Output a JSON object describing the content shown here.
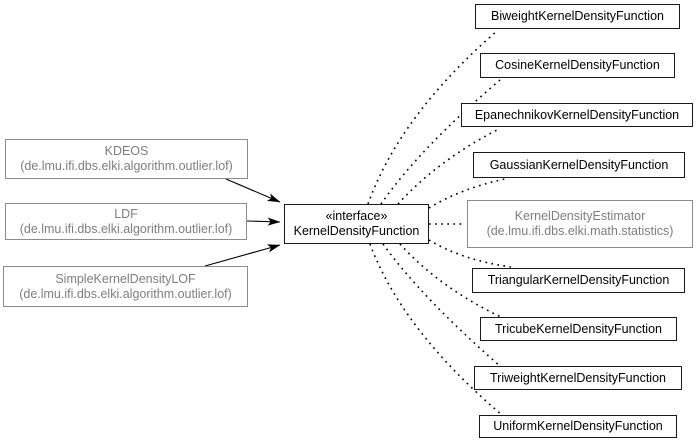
{
  "diagram": {
    "type": "uml-class-diagram",
    "background": "#ffffff",
    "colors": {
      "node_border": "#1a1a1a",
      "node_text": "#000000",
      "muted_border": "#8c8c8c",
      "muted_text": "#7e7e7e",
      "edge": "#000000"
    },
    "center_node": {
      "stereotype": "«interface»",
      "name": "KernelDensityFunction"
    },
    "left_nodes": [
      {
        "name": "KDEOS",
        "package": "(de.lmu.ifi.dbs.elki.algorithm.outlier.lof)"
      },
      {
        "name": "LDF",
        "package": "(de.lmu.ifi.dbs.elki.algorithm.outlier.lof)"
      },
      {
        "name": "SimpleKernelDensityLOF",
        "package": "(de.lmu.ifi.dbs.elki.algorithm.outlier.lof)"
      }
    ],
    "right_nodes": [
      {
        "name": "BiweightKernelDensityFunction"
      },
      {
        "name": "CosineKernelDensityFunction"
      },
      {
        "name": "EpanechnikovKernelDensityFunction"
      },
      {
        "name": "GaussianKernelDensityFunction"
      },
      {
        "name": "KernelDensityEstimator",
        "package": "(de.lmu.ifi.dbs.elki.math.statistics)"
      },
      {
        "name": "TriangularKernelDensityFunction"
      },
      {
        "name": "TricubeKernelDensityFunction"
      },
      {
        "name": "TriweightKernelDensityFunction"
      },
      {
        "name": "UniformKernelDensityFunction"
      }
    ],
    "edges": {
      "solid_arrows": [
        {
          "from": "KDEOS",
          "to": "KernelDensityFunction",
          "style": "solid-filled-arrow"
        },
        {
          "from": "LDF",
          "to": "KernelDensityFunction",
          "style": "solid-filled-arrow"
        },
        {
          "from": "SimpleKernelDensityLOF",
          "to": "KernelDensityFunction",
          "style": "solid-filled-arrow"
        }
      ],
      "dotted_links": [
        {
          "from": "KernelDensityFunction",
          "to": "BiweightKernelDensityFunction",
          "style": "dotted"
        },
        {
          "from": "KernelDensityFunction",
          "to": "CosineKernelDensityFunction",
          "style": "dotted"
        },
        {
          "from": "KernelDensityFunction",
          "to": "EpanechnikovKernelDensityFunction",
          "style": "dotted"
        },
        {
          "from": "KernelDensityFunction",
          "to": "GaussianKernelDensityFunction",
          "style": "dotted"
        },
        {
          "from": "KernelDensityFunction",
          "to": "KernelDensityEstimator",
          "style": "dotted"
        },
        {
          "from": "KernelDensityFunction",
          "to": "TriangularKernelDensityFunction",
          "style": "dotted"
        },
        {
          "from": "KernelDensityFunction",
          "to": "TricubeKernelDensityFunction",
          "style": "dotted"
        },
        {
          "from": "KernelDensityFunction",
          "to": "TriweightKernelDensityFunction",
          "style": "dotted"
        },
        {
          "from": "KernelDensityFunction",
          "to": "UniformKernelDensityFunction",
          "style": "dotted"
        }
      ]
    }
  }
}
